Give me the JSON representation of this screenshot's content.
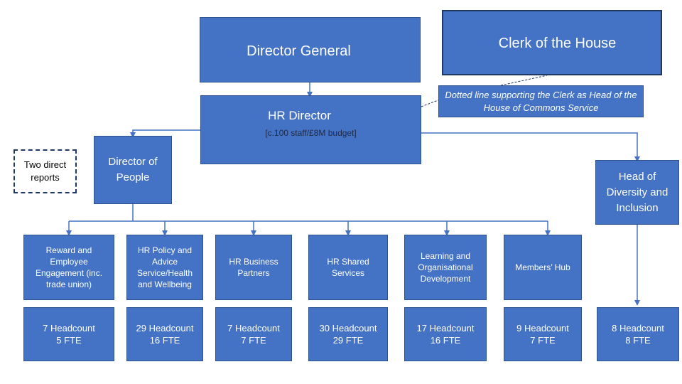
{
  "colors": {
    "box_fill": "#4472c4",
    "box_border": "#2f528f",
    "connector": "#4472c4",
    "note_border": "#1f3864"
  },
  "director_general": "Director General",
  "clerk": "Clerk of the House",
  "dotted_note": "Dotted line supporting the Clerk as Head of the House of Commons Service",
  "hr_director": {
    "title": "HR Director",
    "subtitle": "[c.100 staff/£8M budget]"
  },
  "two_direct_reports": "Two direct reports",
  "director_of_people": "Director of People",
  "head_of_diversity": "Head of Diversity and Inclusion",
  "teams": [
    {
      "name": "Reward and Employee Engagement (inc. trade union)",
      "headcount": "7 Headcount",
      "fte": "5 FTE"
    },
    {
      "name": "HR Policy and Advice Service/Health and Wellbeing",
      "headcount": "29 Headcount",
      "fte": "16 FTE"
    },
    {
      "name": "HR Business Partners",
      "headcount": "7 Headcount",
      "fte": "7 FTE"
    },
    {
      "name": "HR Shared Services",
      "headcount": "30 Headcount",
      "fte": "29 FTE"
    },
    {
      "name": "Learning and Organisational Development",
      "headcount": "17 Headcount",
      "fte": "16 FTE"
    },
    {
      "name": "Members’ Hub",
      "headcount": "9 Headcount",
      "fte": "7 FTE"
    }
  ],
  "diversity_stats": {
    "headcount": "8 Headcount",
    "fte": "8 FTE"
  }
}
